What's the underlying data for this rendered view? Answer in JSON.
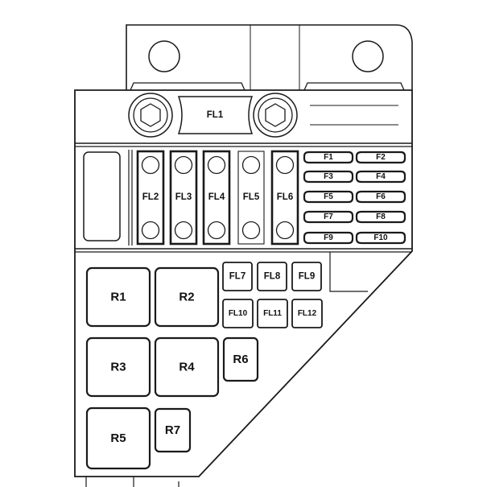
{
  "diagram": {
    "main_fuse": "FL1",
    "maxi_fuses": [
      "FL2",
      "FL3",
      "FL4",
      "FL5",
      "FL6"
    ],
    "mini_fuses_left": [
      "F1",
      "F3",
      "F5",
      "F7",
      "F9"
    ],
    "mini_fuses_right": [
      "F2",
      "F4",
      "F6",
      "F8",
      "F10"
    ],
    "cartridge_fuses_top": [
      "FL7",
      "FL8",
      "FL9"
    ],
    "cartridge_fuses_bottom": [
      "FL10",
      "FL11",
      "FL12"
    ],
    "relays": [
      "R1",
      "R2",
      "R3",
      "R4",
      "R5",
      "R6",
      "R7"
    ]
  }
}
